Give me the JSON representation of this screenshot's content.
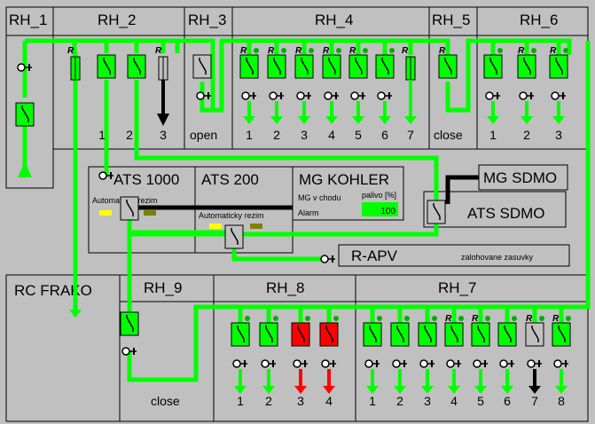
{
  "colors": {
    "bus_energized": "#00ff00",
    "bus_dead": "#000000",
    "fault": "#ff0000",
    "switch_green": "#00ff00",
    "switch_off": "#c0c0c0",
    "indicator_green": "#00b000",
    "yellow": "#ffff00",
    "olive": "#808000",
    "panel_bg": "#c0c0c0"
  },
  "sections_top": [
    {
      "id": "rh1",
      "label": "RH_1"
    },
    {
      "id": "rh2",
      "label": "RH_2"
    },
    {
      "id": "rh3",
      "label": "RH_3"
    },
    {
      "id": "rh4",
      "label": "RH_4"
    },
    {
      "id": "rh5",
      "label": "RH_5"
    },
    {
      "id": "rh6",
      "label": "RH_6"
    }
  ],
  "sections_bottom": [
    {
      "id": "rcfrako",
      "label": "RC FRAKO"
    },
    {
      "id": "rh9",
      "label": "RH_9"
    },
    {
      "id": "rh8",
      "label": "RH_8"
    },
    {
      "id": "rh7",
      "label": "RH_7"
    }
  ],
  "rh2_outputs": [
    "1",
    "2",
    "3"
  ],
  "rh3_state": "open",
  "rh4_outputs": [
    "1",
    "2",
    "3",
    "4",
    "5",
    "6",
    "7"
  ],
  "rh5_state": "close",
  "rh6_outputs": [
    "1",
    "2",
    "3"
  ],
  "rh9_state": "close",
  "rh8_outputs": [
    "1",
    "2",
    "3",
    "4"
  ],
  "rh7_outputs": [
    "1",
    "2",
    "3",
    "4",
    "5",
    "6",
    "7",
    "8"
  ],
  "remote_mark": "R",
  "ats1000": {
    "label": "ATS 1000",
    "mode": "Automaticky rezim"
  },
  "ats200": {
    "label": "ATS 200",
    "mode": "Automaticky rezim"
  },
  "mg_kohler": {
    "title": "MG KOHLER",
    "running_label": "MG v chodu",
    "fuel_label": "palivo [%]",
    "alarm_label": "Alarm",
    "fuel_value": "100",
    "fuel_level_pct": 100
  },
  "mg_sdmo": {
    "title": "MG SDMO"
  },
  "ats_sdmo": {
    "label": "ATS SDMO"
  },
  "rapv": {
    "label": "R-APV",
    "note": "zalohovane zasuvky"
  }
}
